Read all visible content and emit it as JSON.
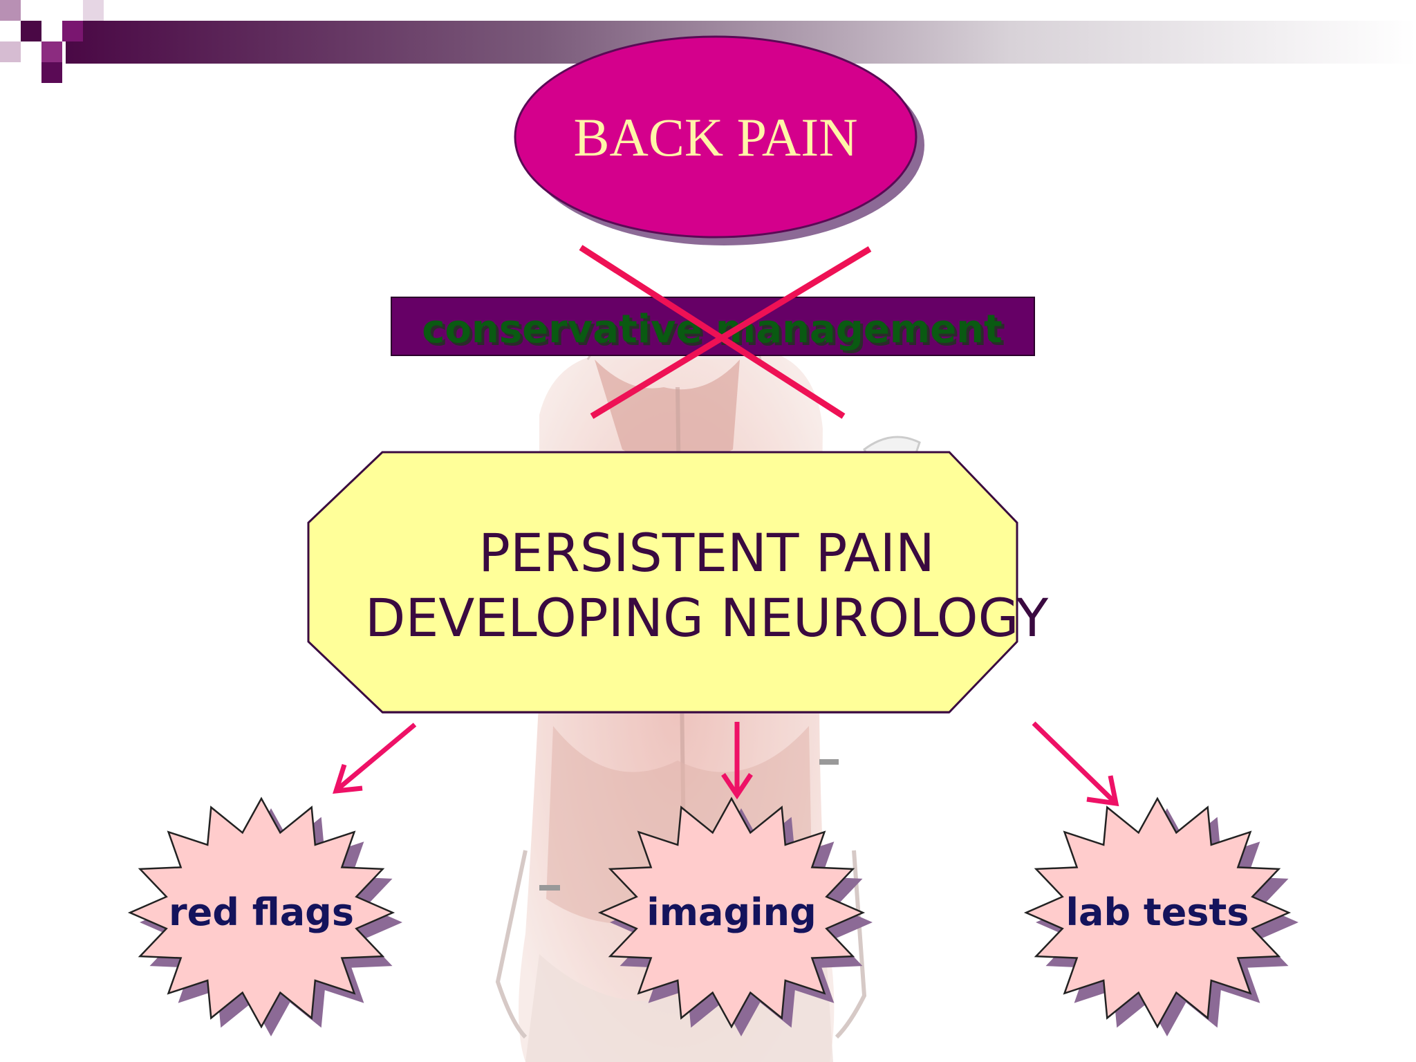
{
  "nodes": {
    "back_pain": "BACK PAIN",
    "conservative": "conservative management",
    "persistent_line1": "PERSISTENT PAIN",
    "persistent_line2": "DEVELOPING NEUROLOGY",
    "red_flags": "red flags",
    "imaging": "imaging",
    "lab_tests": "lab tests"
  },
  "colors": {
    "back_pain_fill": "#d4008c",
    "back_pain_text": "#fff5a8",
    "conservative_fill": "#660066",
    "conservative_text": "#0a5a12",
    "octagon_fill": "#ffff99",
    "octagon_text": "#3a0a40",
    "star_fill": "#ffcccc",
    "star_text": "#14135c",
    "arrow": "#ee1166",
    "cross": "#ee1155",
    "shadow": "#8c6a96",
    "header_dark": "#5a0a55"
  },
  "icons": {
    "cross_out": "x-mark-icon",
    "arrows": "arrow-down-icon",
    "background": "back-muscle-anatomy-illustration"
  }
}
